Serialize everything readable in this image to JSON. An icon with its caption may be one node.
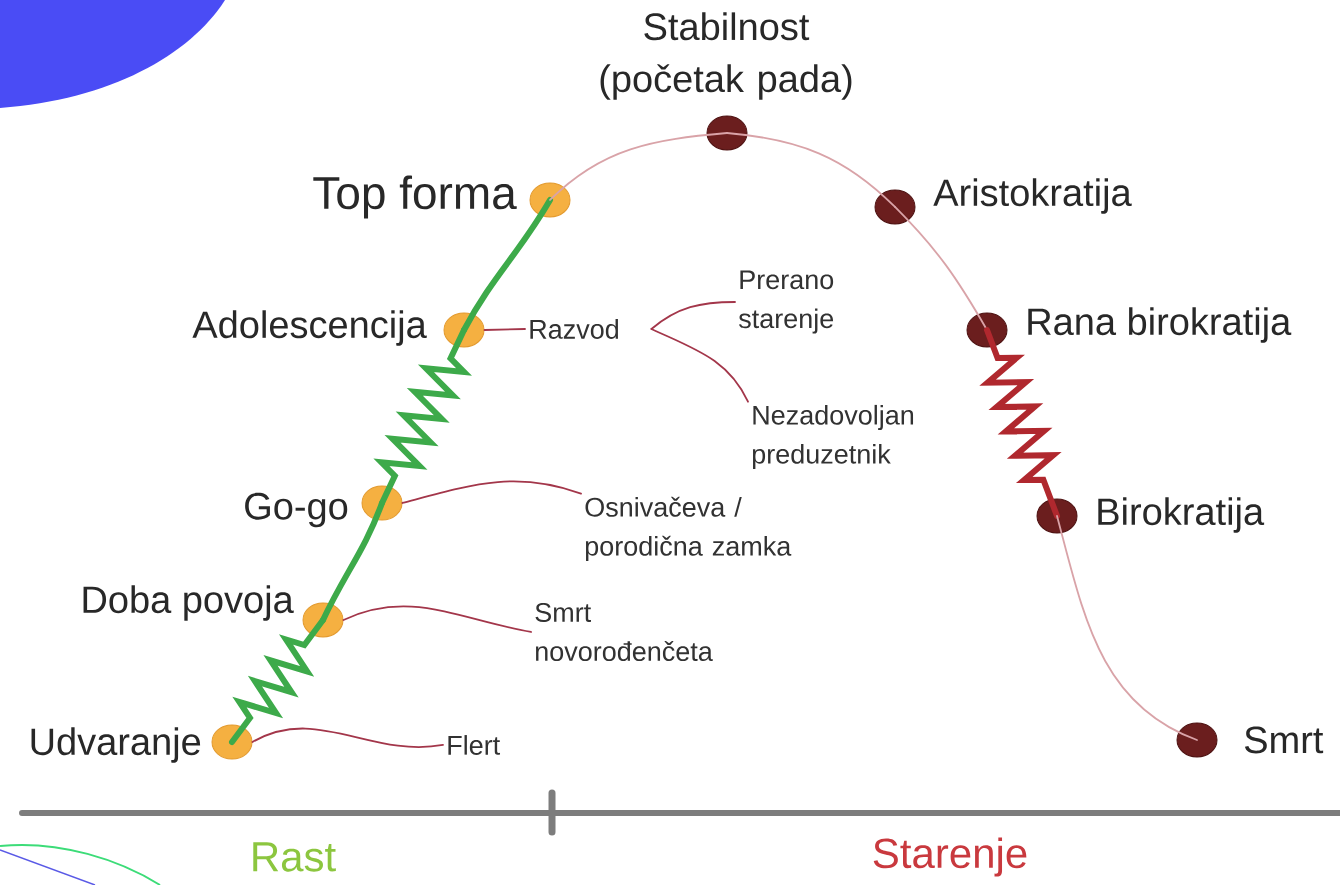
{
  "diagram": {
    "nodes": [
      {
        "text": [
          "Udvaranje"
        ]
      },
      {
        "text": [
          "Doba povoja"
        ]
      },
      {
        "text": [
          "Go-go"
        ]
      },
      {
        "text": [
          "Adolescencija"
        ]
      },
      {
        "text": [
          "Top forma"
        ]
      },
      {
        "text": [
          "Stabilnost (početak pada)"
        ]
      },
      {
        "text": [
          "Aristokratija"
        ]
      },
      {
        "text": [
          "Rana birokratija"
        ]
      },
      {
        "text": [
          "Birokratija"
        ]
      },
      {
        "text": [
          "Smrt"
        ]
      },
      {
        "text": [
          "Flert"
        ]
      },
      {
        "text": [
          "Smrt novorođenčeta"
        ]
      },
      {
        "text": [
          "Osnivačeva / porodična zamka"
        ]
      },
      {
        "text": [
          "Razvod"
        ]
      },
      {
        "text": [
          "Prerano starenje"
        ]
      },
      {
        "text": [
          "Nezadovoljan preduzetnik"
        ]
      }
    ],
    "edges": [
      {
        "from": 0,
        "to": 1,
        "arrow": "none",
        "style": "thick",
        "color": "#3daa4a"
      },
      {
        "from": 1,
        "to": 2,
        "arrow": "none",
        "style": "thick",
        "color": "#3daa4a"
      },
      {
        "from": 2,
        "to": 3,
        "arrow": "none",
        "style": "thick",
        "color": "#3daa4a"
      },
      {
        "from": 3,
        "to": 4,
        "arrow": "none",
        "style": "thick",
        "color": "#3daa4a"
      },
      {
        "from": 4,
        "to": 5,
        "arrow": "none",
        "color": "#d9a3a8"
      },
      {
        "from": 5,
        "to": 6,
        "arrow": "none",
        "color": "#d9a3a8"
      },
      {
        "from": 6,
        "to": 7,
        "arrow": "none",
        "color": "#d9a3a8"
      },
      {
        "from": 7,
        "to": 8,
        "arrow": "none",
        "style": "thick",
        "color": "#b0282e"
      },
      {
        "from": 8,
        "to": 9,
        "arrow": "none",
        "color": "#d9a3a8"
      },
      {
        "from": 0,
        "to": 10,
        "arrow": "none",
        "color": "#a3364a"
      },
      {
        "from": 1,
        "to": 11,
        "arrow": "none",
        "color": "#a3364a"
      },
      {
        "from": 2,
        "to": 12,
        "arrow": "none",
        "color": "#a3364a"
      },
      {
        "from": 3,
        "to": 13,
        "arrow": "none",
        "color": "#a3364a"
      },
      {
        "from": 13,
        "to": 14,
        "arrow": "none",
        "color": "#a3364a"
      },
      {
        "from": 13,
        "to": 15,
        "arrow": "none",
        "color": "#a3364a"
      }
    ],
    "labels": [
      "Rast",
      "Starenje"
    ]
  }
}
